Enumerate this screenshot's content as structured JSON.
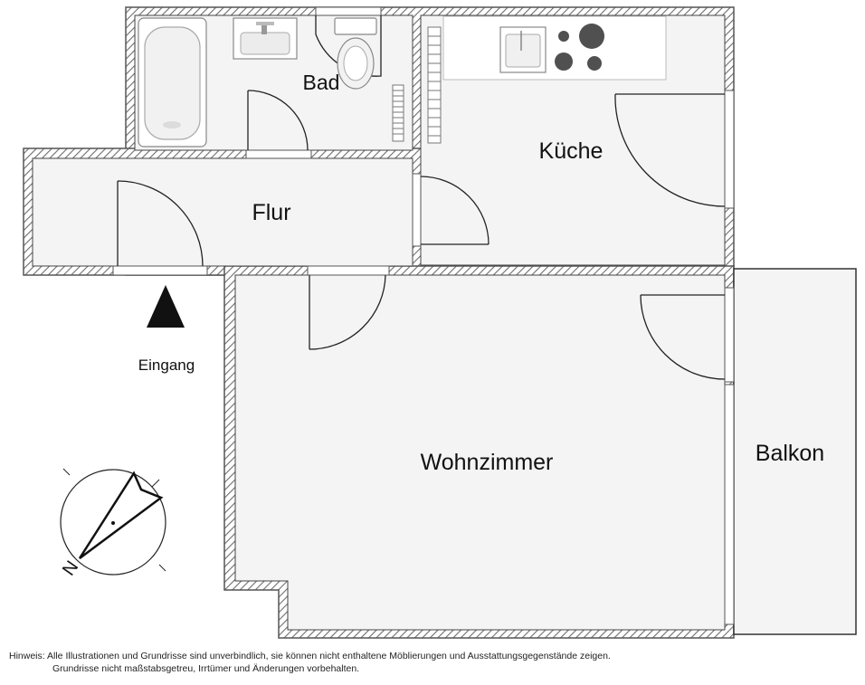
{
  "rooms": {
    "bad": "Bad",
    "kueche": "Küche",
    "flur": "Flur",
    "wohnzimmer": "Wohnzimmer",
    "balkon": "Balkon"
  },
  "entrance_label": "Eingang",
  "compass_letter": "N",
  "disclaimer": {
    "line1": "Hinweis: Alle Illustrationen und Grundrisse sind unverbindlich, sie können nicht enthaltene Möblierungen und Ausstattungsgegenstände zeigen.",
    "line2": "Grundrisse nicht maßstabsgetreu, Irrtümer und Änderungen vorbehalten."
  },
  "colors": {
    "wall": "#7a7a7a",
    "floor": "#f4f4f4",
    "line": "#222222"
  }
}
